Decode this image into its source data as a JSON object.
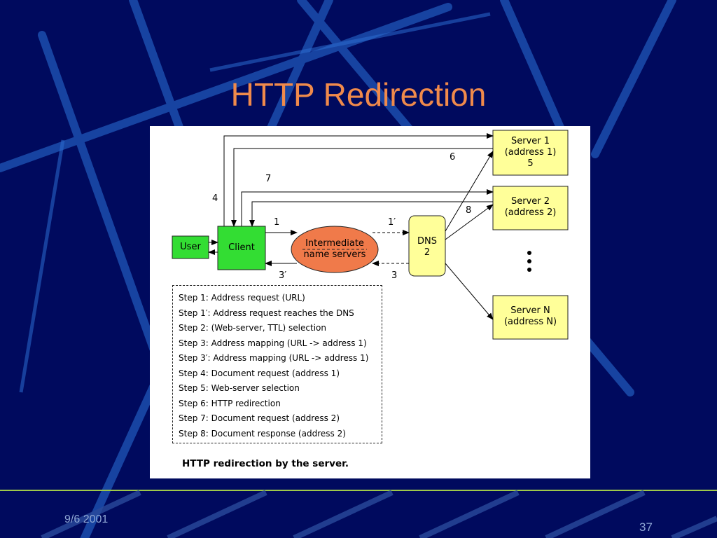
{
  "slide": {
    "title": "HTTP Redirection",
    "date": "9/6 2001",
    "page_number": "37"
  },
  "diagram": {
    "nodes": {
      "user": "User",
      "client": "Client",
      "intermediate": [
        "Intermediate",
        "name servers"
      ],
      "dns": [
        "DNS",
        "2"
      ],
      "server1": [
        "Server 1",
        "(address 1)",
        "5"
      ],
      "server2": [
        "Server 2",
        "(address 2)"
      ],
      "server_n": [
        "Server N",
        "(address N)"
      ]
    },
    "arrow_labels": {
      "a1": "1",
      "a1p": "1′",
      "a3": "3",
      "a3p": "3′",
      "a4": "4",
      "a6": "6",
      "a7": "7",
      "a8": "8"
    },
    "steps": [
      "Step 1: Address request (URL)",
      "Step 1′: Address request reaches the DNS",
      "Step 2: (Web-server, TTL) selection",
      "Step 3: Address mapping (URL -> address 1)",
      "Step 3′: Address mapping (URL -> address 1)",
      "Step 4: Document request (address 1)",
      "Step 5: Web-server selection",
      "Step 6: HTTP redirection",
      "Step 7: Document request (address 2)",
      "Step 8: Document response (address 2)"
    ],
    "caption": "HTTP redirection by the server.",
    "colors": {
      "user_client": "#33dd33",
      "intermediate": "#f07a4a",
      "dns_servers": "#ffff99"
    }
  }
}
